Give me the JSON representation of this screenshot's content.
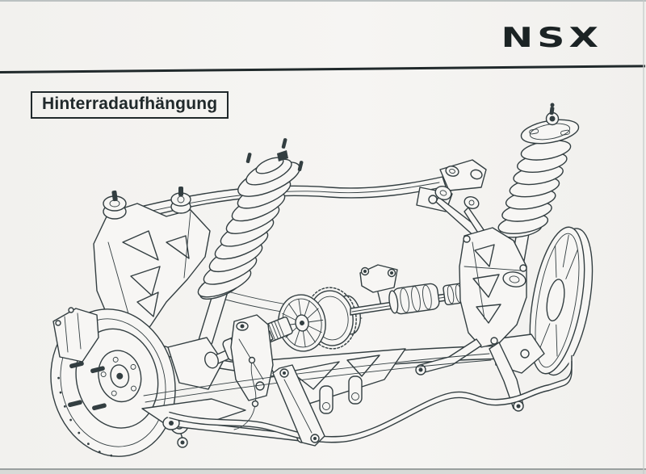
{
  "colors": {
    "paper": "#f4f3f0",
    "ink": "#333e41",
    "rule": "#20292b",
    "logo": "#1b2324",
    "edge": "#9aa09f"
  },
  "header": {
    "logo_text": "NSX"
  },
  "section": {
    "label": "Hinterradaufhängung"
  },
  "illustration": {
    "subject": "rear-suspension-technical-line-drawing",
    "parts": [
      "right-brake-disc",
      "upper-crossmember",
      "right-upper-wishbone",
      "right-coilover",
      "left-subframe-bracket",
      "left-coilover",
      "rear-subframe-beam",
      "differential-ring-gear",
      "driveshaft",
      "cv-boot",
      "right-knuckle",
      "left-knuckle",
      "left-halfshaft",
      "left-brake-disc",
      "brake-caliper",
      "wheel-studs",
      "lower-control-arm",
      "toe-link",
      "diagonal-strut",
      "stabilizer-bar",
      "brake-hose"
    ]
  }
}
